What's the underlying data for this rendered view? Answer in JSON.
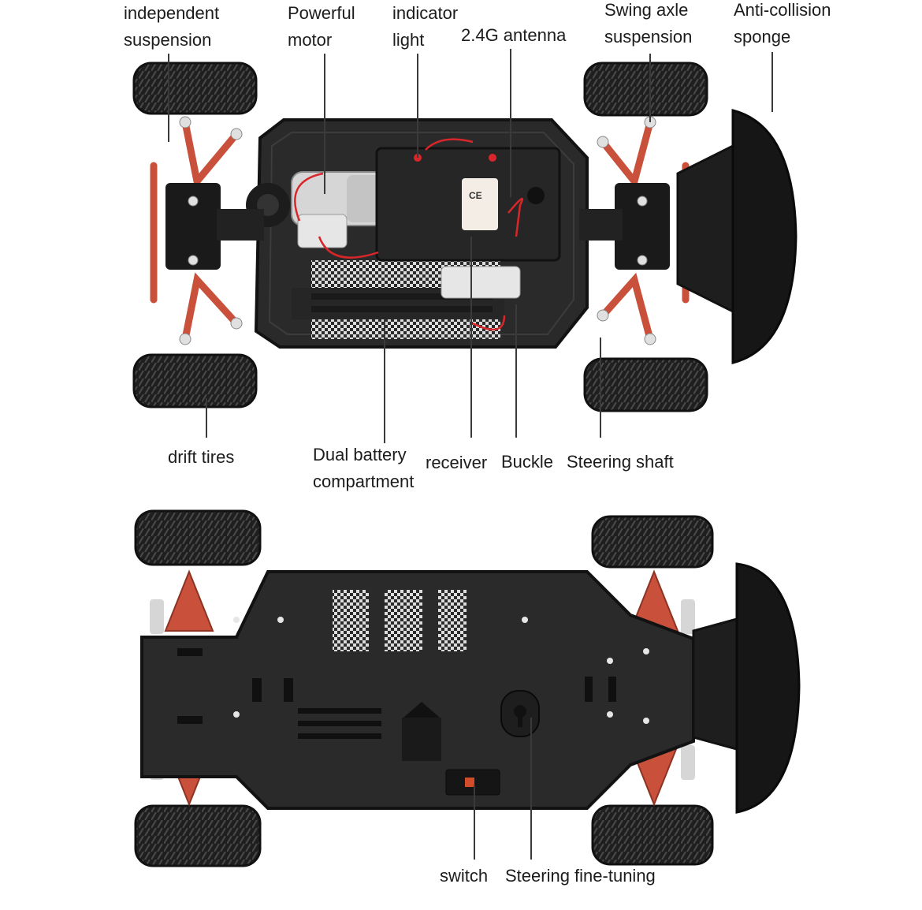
{
  "labels": {
    "independent_suspension": "independent\nsuspension",
    "powerful_motor": "Powerful\nmotor",
    "indicator_light": "indicator\nlight",
    "antenna": "2.4G antenna",
    "swing_axle_suspension": "Swing axle\nsuspension",
    "anti_collision_sponge": "Anti-collision\nsponge",
    "drift_tires": "drift tires",
    "dual_battery_compartment": "Dual battery\ncompartment",
    "receiver": "receiver",
    "buckle": "Buckle",
    "steering_shaft": "Steering shaft",
    "switch": "switch",
    "steering_fine_tuning": "Steering fine-tuning",
    "ce_mark": "CE"
  },
  "colors": {
    "chassis": "#2a2a2a",
    "chassis_edge": "#121212",
    "tire": "#1f1f1f",
    "tire_tread": "#4a4a4a",
    "orange_arm": "#c9503a",
    "bumper": "#161616",
    "wire_red": "#d8262a",
    "leader": "#3a3a3a"
  }
}
